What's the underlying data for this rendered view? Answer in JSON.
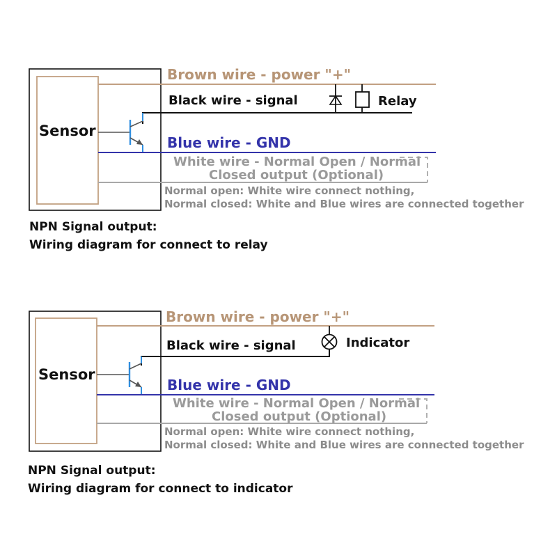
{
  "diagrams": [
    {
      "sensor_label": "Sensor",
      "brown_wire": "Brown wire - power \"+\"",
      "black_wire": "Black wire - signal",
      "load_label": "Relay",
      "blue_wire": "Blue wire - GND",
      "white_wire_line1": "White wire - Normal Open / Normal",
      "white_wire_line2": "Closed output (Optional)",
      "note_line1": "Normal open: White wire connect nothing,",
      "note_line2": "Normal closed:  White and Blue wires are connected together",
      "caption_line1": "NPN Signal output:",
      "caption_line2": "Wiring diagram for connect to relay"
    },
    {
      "sensor_label": "Sensor",
      "brown_wire": "Brown wire - power \"+\"",
      "black_wire": "Black wire - signal",
      "load_label": "Indicator",
      "blue_wire": "Blue wire - GND",
      "white_wire_line1": "White wire - Normal Open / Normal",
      "white_wire_line2": "Closed output (Optional)",
      "note_line1": "Normal open: White wire connect nothing,",
      "note_line2": "Normal closed:  White and Blue wires are connected together",
      "caption_line1": "NPN Signal output:",
      "caption_line2": "Wiring diagram for connect to indicator"
    }
  ],
  "colors": {
    "brown": "#c2a082",
    "black": "#111111",
    "blue": "#3333aa",
    "grey": "#a8a8a8",
    "transistor": "#2f8fe0"
  }
}
